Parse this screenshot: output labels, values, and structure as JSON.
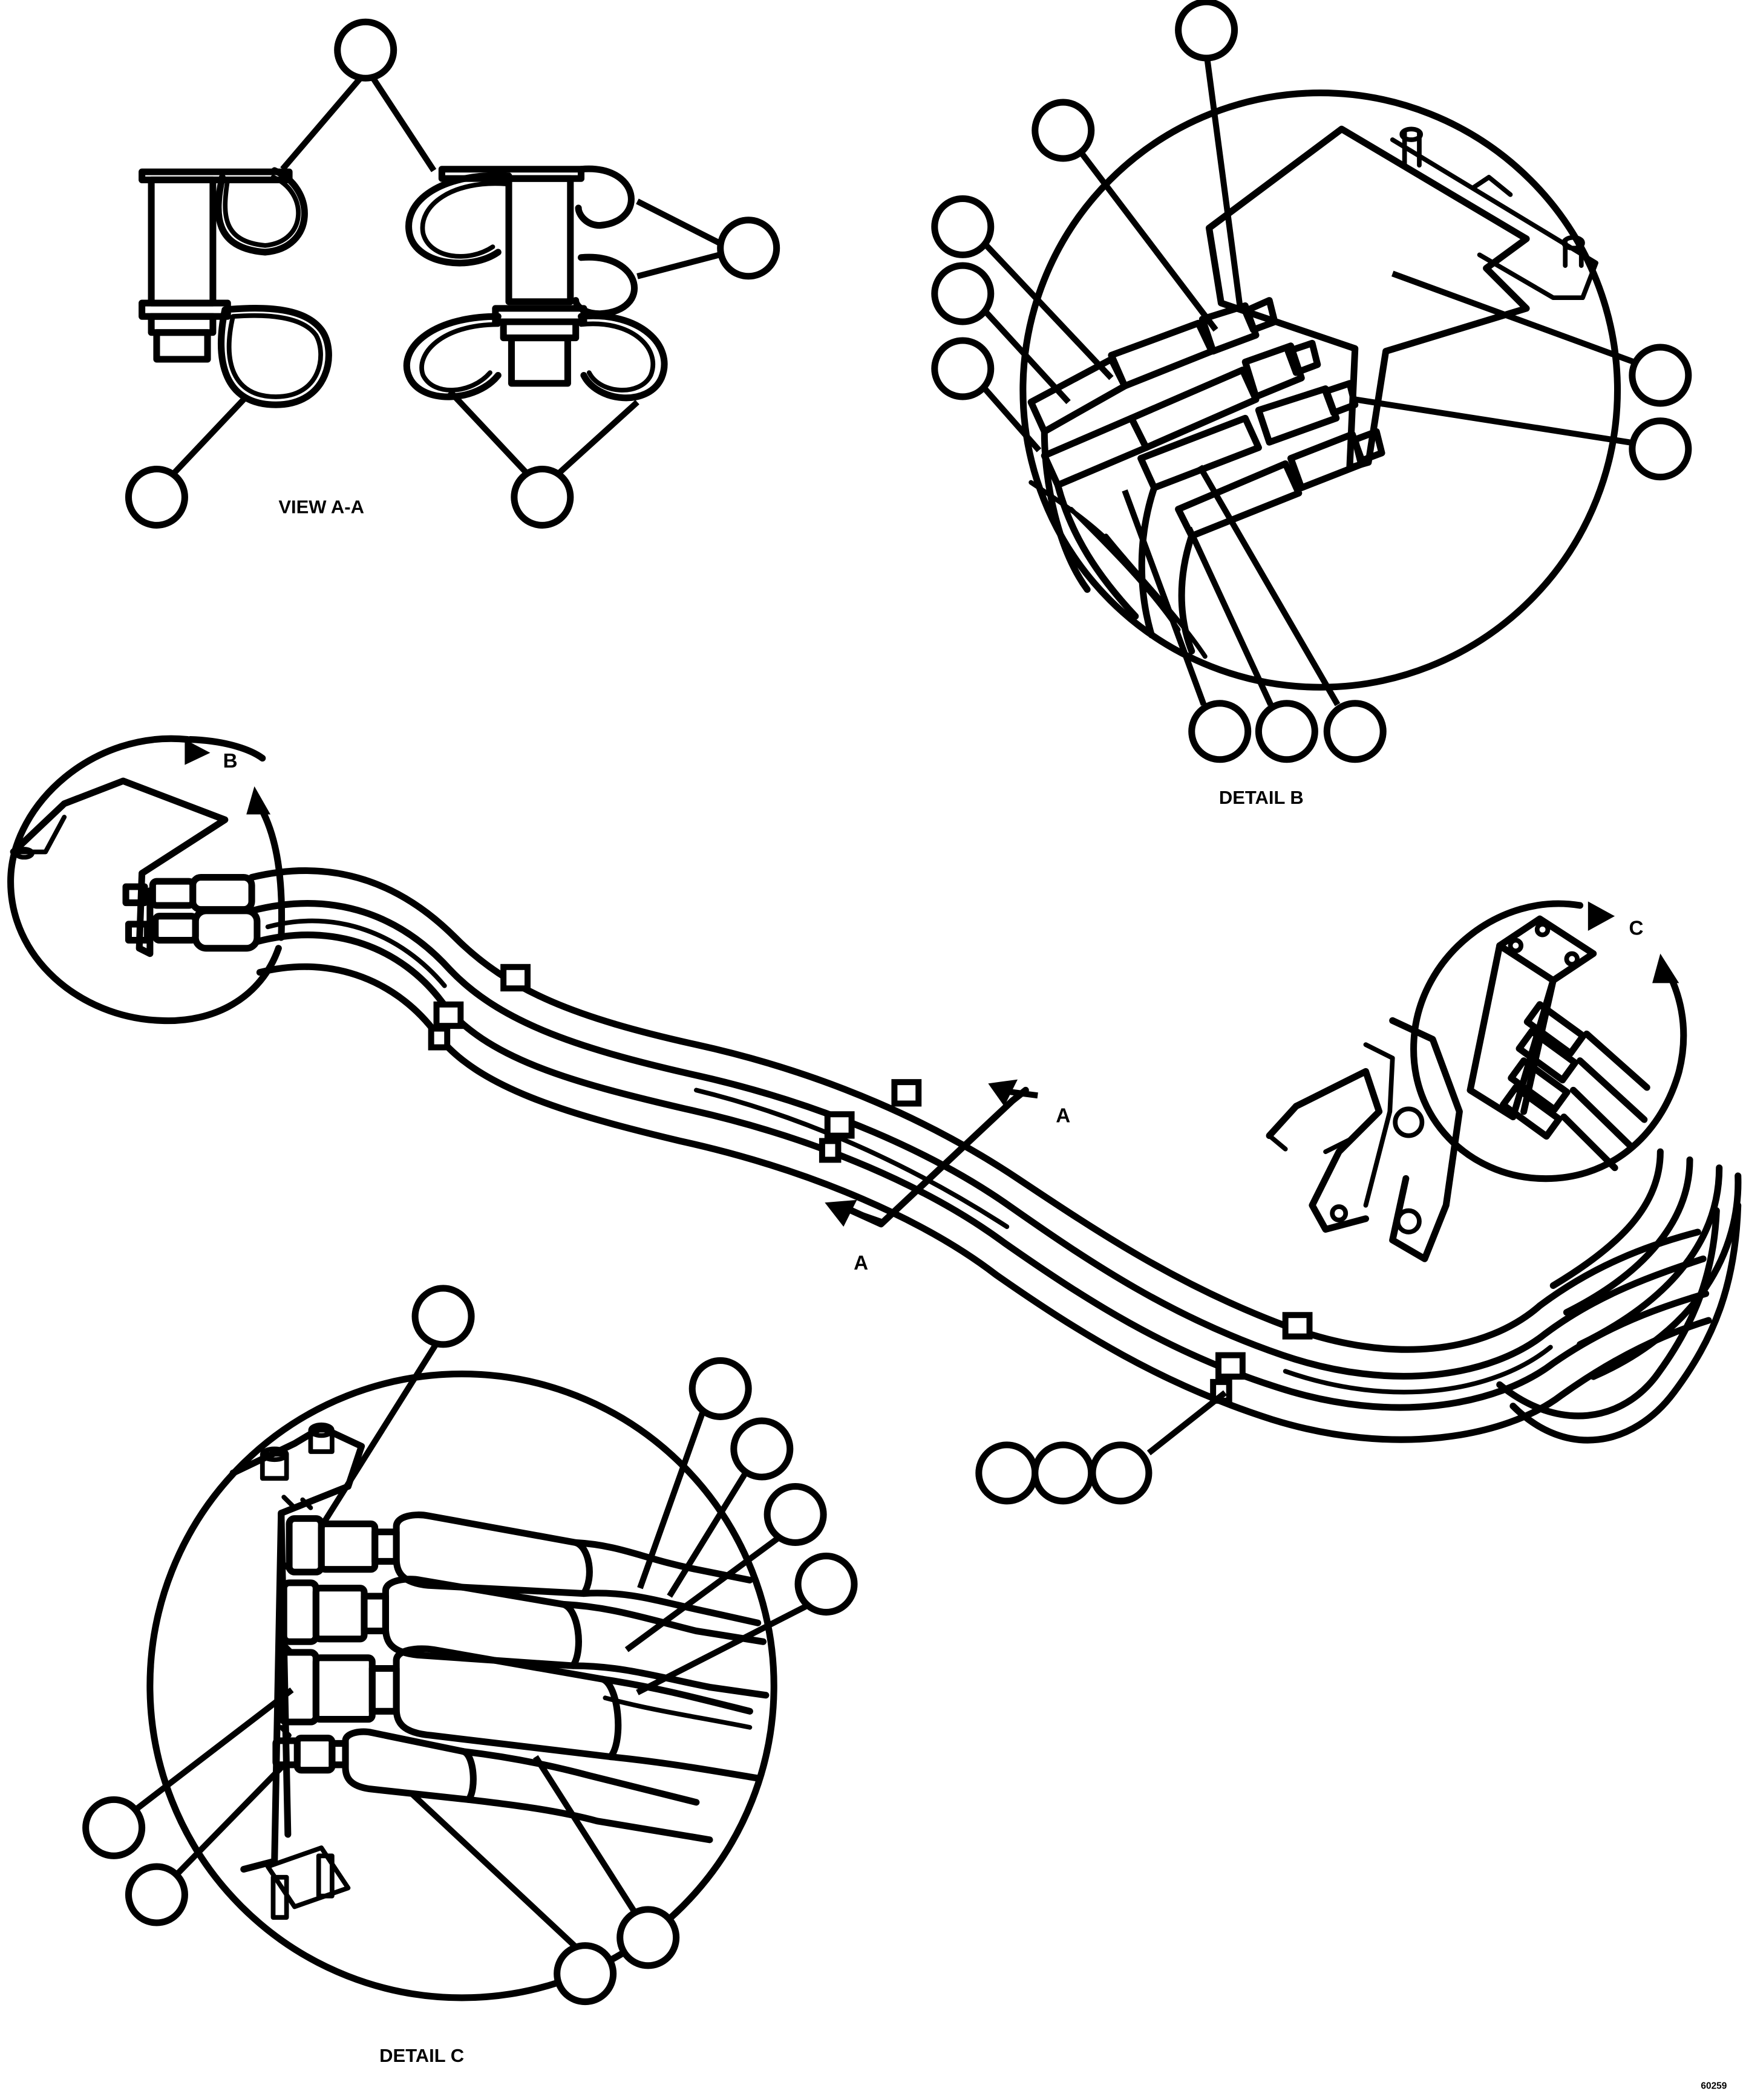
{
  "views": {
    "view_aa_label": "VIEW A-A",
    "detail_b_label": "DETAIL B",
    "detail_c_label": "DETAIL C"
  },
  "section_markers": {
    "section_a": "A",
    "detail_b_ref": "B",
    "detail_c_ref": "C"
  },
  "figure_id": "60259",
  "colors": {
    "line": "#000000",
    "background": "#ffffff"
  }
}
